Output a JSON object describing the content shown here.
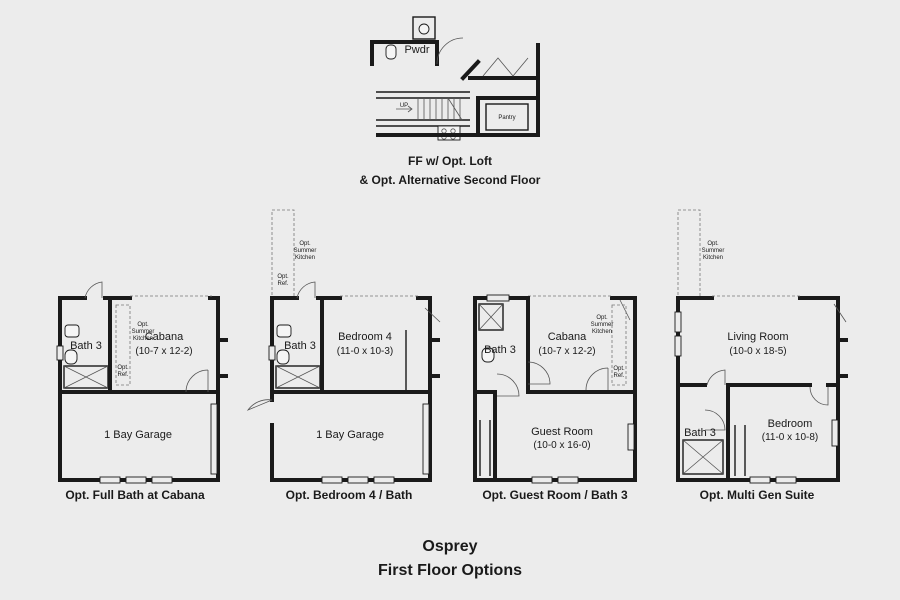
{
  "top_plan": {
    "pwdr": "Pwdr",
    "up": "UP",
    "pantry": "Pantry",
    "caption_line1": "FF w/ Opt. Loft",
    "caption_line2": "& Opt. Alternative Second Floor"
  },
  "plans": [
    {
      "caption": "Opt. Full Bath at Cabana",
      "bath": "Bath 3",
      "room1_name": "Cabana",
      "room1_dim": "(10-7 x 12-2)",
      "room2_name": "1 Bay Garage",
      "summer_line1": "Opt.",
      "summer_line2": "Summer",
      "summer_line3": "Kitchen",
      "ref_line1": "Opt.",
      "ref_line2": "Ref."
    },
    {
      "caption": "Opt. Bedroom 4 / Bath",
      "bath": "Bath 3",
      "room1_name": "Bedroom 4",
      "room1_dim": "(11-0 x 10-3)",
      "room2_name": "1 Bay Garage",
      "summer_line1": "Opt.",
      "summer_line2": "Summer",
      "summer_line3": "Kitchen",
      "ref_line1": "Opt.",
      "ref_line2": "Ref."
    },
    {
      "caption": "Opt. Guest Room / Bath 3",
      "bath": "Bath 3",
      "room1_name": "Cabana",
      "room1_dim": "(10-7 x 12-2)",
      "room2_name": "Guest Room",
      "room2_dim": "(10-0 x 16-0)",
      "summer_line1": "Opt.",
      "summer_line2": "Summer",
      "summer_line3": "Kitchen",
      "ref_line1": "Opt.",
      "ref_line2": "Ref."
    },
    {
      "caption": "Opt. Multi Gen Suite",
      "bath": "Bath 3",
      "room1_name": "Living Room",
      "room1_dim": "(10-0 x 18-5)",
      "room2_name": "Bedroom",
      "room2_dim": "(11-0 x 10-8)",
      "summer_line1": "Opt.",
      "summer_line2": "Summer",
      "summer_line3": "Kitchen"
    }
  ],
  "title": {
    "line1": "Osprey",
    "line2": "First Floor Options"
  }
}
